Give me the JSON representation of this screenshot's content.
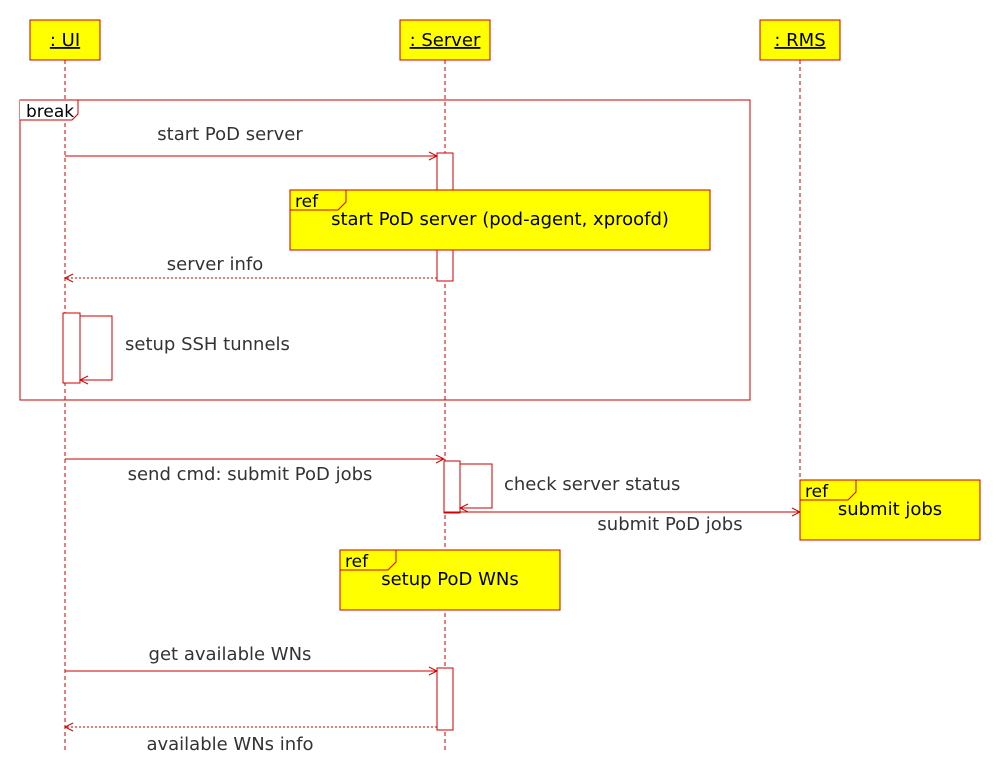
{
  "colors": {
    "line": "#cc0000",
    "fill": "#ffff00",
    "text": "#333333"
  },
  "lifelines": [
    {
      "id": "ui",
      "label": ": UI"
    },
    {
      "id": "server",
      "label": ": Server"
    },
    {
      "id": "rms",
      "label": ": RMS"
    }
  ],
  "fragment": {
    "operator": "break"
  },
  "messages": {
    "start_pod_server": "start PoD server",
    "server_info": "server info",
    "setup_ssh": "setup SSH tunnels",
    "send_cmd": "send cmd: submit PoD jobs",
    "check_status": "check server status",
    "submit_pod_jobs": "submit PoD jobs",
    "get_wns": "get available WNs",
    "wns_info": "available WNs info"
  },
  "refs": {
    "tag": "ref",
    "start_pod": "start PoD server (pod-agent, xproofd)",
    "submit_jobs": "submit jobs",
    "setup_wns": "setup PoD WNs"
  }
}
